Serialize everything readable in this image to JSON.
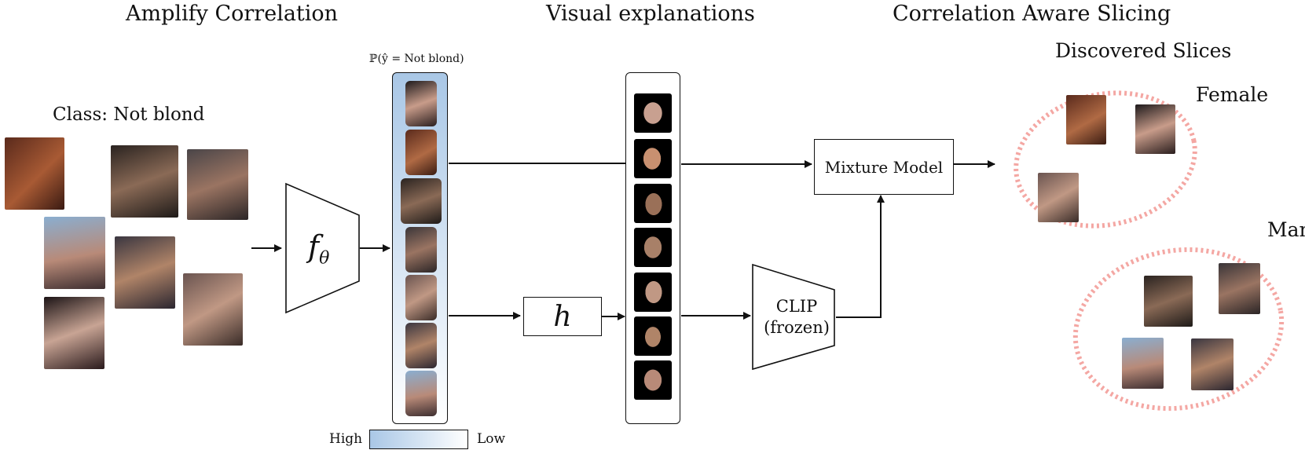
{
  "sections": {
    "amplify": "Amplify Correlation",
    "visual": "Visual explanations",
    "slicing": "Correlation Aware Slicing"
  },
  "class_label": "Class: Not blond",
  "model": {
    "symbol": "f",
    "subscript": "θ"
  },
  "prob_label": "ℙ(ŷ = Not blond)",
  "h_symbol": "h",
  "mixture": "Mixture Model",
  "clip": {
    "line1": "CLIP",
    "line2": "(frozen)"
  },
  "discovered": "Discovered Slices",
  "slices": {
    "female": "Female",
    "man": "Man"
  },
  "colorbar": {
    "high": "High",
    "low": "Low"
  },
  "colors": {
    "gradient_high": "#a9c7e6",
    "slice_outline": "#f4a7a3",
    "line": "#111111"
  }
}
